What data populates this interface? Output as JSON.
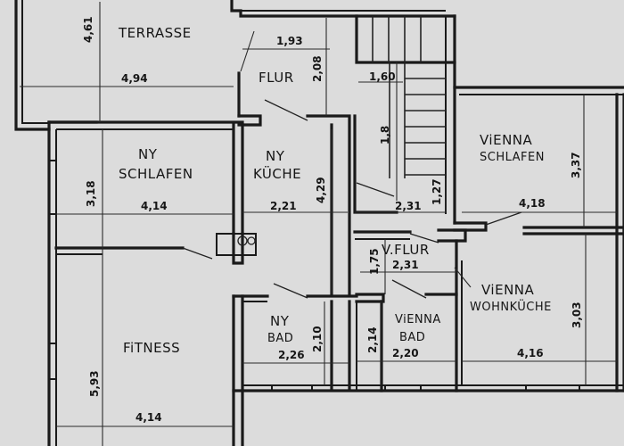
{
  "rooms": {
    "terrasse": "TERRASSE",
    "flur": "FLUR",
    "ny_schlafen_1": "NY",
    "ny_schlafen_2": "SCHLAFEN",
    "ny_kueche_1": "NY",
    "ny_kueche_2": "KÜCHE",
    "vienna_schlafen_1": "ViENNA",
    "vienna_schlafen_2": "SCHLAFEN",
    "v_flur": "V.FLUR",
    "vienna_wohnkueche_1": "ViENNA",
    "vienna_wohnkueche_2": "WOHNKÜCHE",
    "fitness": "FiTNESS",
    "ny_bad_1": "NY",
    "ny_bad_2": "BAD",
    "vienna_bad_1": "ViENNA",
    "vienna_bad_2": "BAD"
  },
  "dimensions": {
    "terrasse_height": "4,61",
    "terrasse_width": "4,94",
    "flur_width": "1,93",
    "flur_height": "2,08",
    "stair_landing": "1,60",
    "stair_length": "1,8",
    "ny_schlafen_height": "3,18",
    "ny_schlafen_width": "4,14",
    "ny_kueche_width": "2,21",
    "ny_kueche_height": "4,29",
    "hall_width": "2,31",
    "hall_depth": "1,27",
    "vienna_schlafen_width": "4,18",
    "vienna_schlafen_height": "3,37",
    "v_flur_height": "1,75",
    "v_flur_width": "2,31",
    "vienna_wohnkueche_height": "3,03",
    "vienna_wohnkueche_width": "4,16",
    "ny_bad_height": "2,10",
    "ny_bad_width": "2,26",
    "vienna_bad_height": "2,14",
    "vienna_bad_width": "2,20",
    "fitness_height": "5,93",
    "fitness_width": "4,14"
  }
}
